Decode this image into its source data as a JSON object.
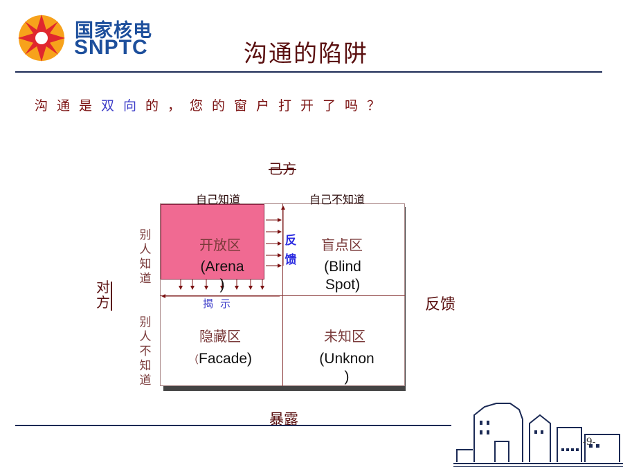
{
  "logo": {
    "cn": "国家核电",
    "en": "SNPTC"
  },
  "title": "沟通的陷阱",
  "subtitle": {
    "part1": "沟通是",
    "part2": "双向",
    "part3": "的，您的窗户打开了吗？"
  },
  "matrix": {
    "my_side": "己方",
    "col1": "自己知道",
    "col2": "自己不知道",
    "row1": [
      "别",
      "人",
      "知",
      "道"
    ],
    "row2": [
      "别",
      "人",
      "不",
      "知",
      "道"
    ],
    "other_side": [
      "对",
      "方"
    ],
    "feedback_vertical": [
      "反",
      "馈"
    ],
    "reveal": "揭示",
    "feedback_right": "反馈",
    "exposure": "暴露",
    "q1": {
      "cn": "开放区",
      "en": "(Arena\n)"
    },
    "q2": {
      "cn": "盲点区",
      "en": "(Blind\nSpot)"
    },
    "q3": {
      "cn": "隐藏区",
      "paren": "（",
      "en": "Facade)"
    },
    "q4": {
      "cn": "未知区",
      "en": "(Unknon\n)"
    }
  },
  "footer": {
    "page": "-9-"
  },
  "colors": {
    "brand_blue": "#1d4f9c",
    "title_red": "#5a1010",
    "open_area_pink": "#f06a92",
    "accent_blue": "#3c3cc8"
  }
}
